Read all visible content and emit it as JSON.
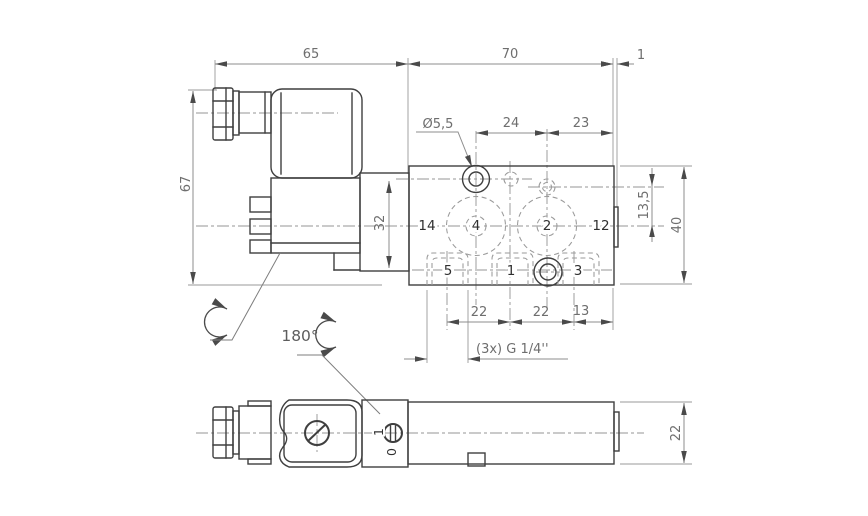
{
  "drawing": {
    "description": "2D dimensional drawing of a 5/2 solenoid pneumatic valve, top view and side view",
    "dims": {
      "w65": "65",
      "w70": "70",
      "w1": "1",
      "h67": "67",
      "hole": "Ø5,5",
      "w24": "24",
      "w23": "23",
      "h32": "32",
      "h135": "13,5",
      "h40": "40",
      "b22a": "22",
      "b22b": "22",
      "b13": "13",
      "thread": "(3x) G 1/4''",
      "rot180": "180°",
      "s22": "22"
    },
    "ports": {
      "p14": "14",
      "p4": "4",
      "p2": "2",
      "p12": "12",
      "p5": "5",
      "p1": "1",
      "p3": "3"
    },
    "switch": {
      "on": "1",
      "off": "0"
    },
    "colors": {
      "outline": "#3f3f3f",
      "dimension": "#8d8d8d",
      "background": "#ffffff"
    }
  }
}
